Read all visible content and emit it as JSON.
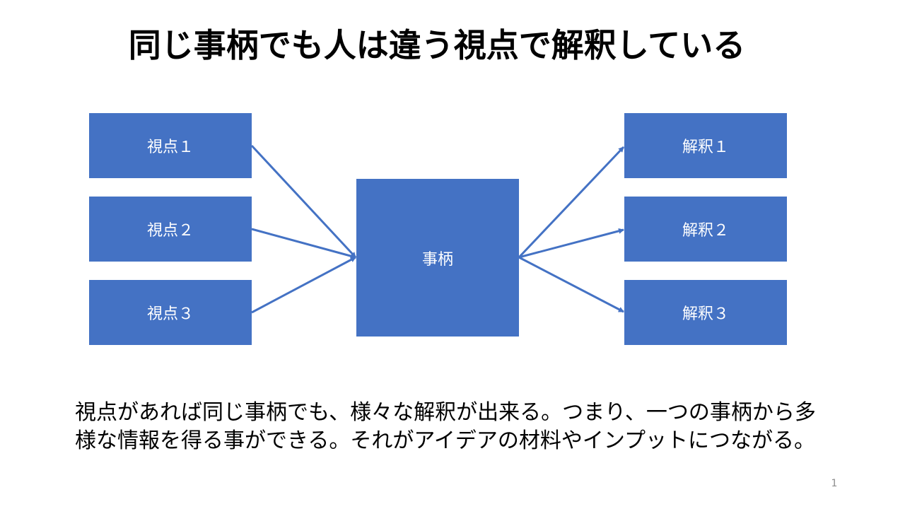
{
  "slide": {
    "title": "同じ事柄でも人は違う視点で解釈している",
    "body": "視点があれば同じ事柄でも、様々な解釈が出来る。つまり、一つの事柄から多様な情報を得る事ができる。それがアイデアの材料やインプットにつながる。",
    "page_number": "1"
  },
  "diagram": {
    "viewpoints": [
      "視点１",
      "視点２",
      "視点３"
    ],
    "center": "事柄",
    "interpretations": [
      "解釈１",
      "解釈２",
      "解釈３"
    ]
  },
  "colors": {
    "box_fill": "#4472c4",
    "arrow": "#4472c4",
    "box_text": "#ffffff"
  }
}
